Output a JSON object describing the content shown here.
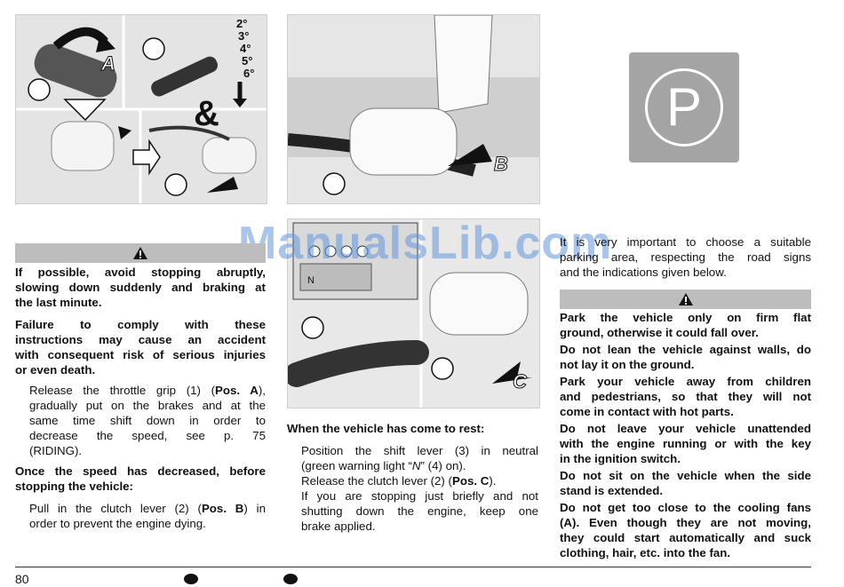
{
  "watermark": "ManualsLib.com",
  "col1": {
    "warning_lines": [
      "If possible, avoid stopping abruptly,",
      "slowing down suddenly and braking at",
      "the last minute."
    ],
    "warning2_lines": [
      "Failure to comply with these",
      "instructions may cause an accident",
      "with consequent risk of serious injuries",
      "or even death."
    ],
    "release_pre": "Release the throttle grip (1) (",
    "release_pos": "Pos. A",
    "release_post": "),",
    "release_lines": [
      "gradually put on the brakes and at the",
      "same time shift down in order to",
      "decrease the speed, see p. 75",
      "(RIDING)."
    ],
    "speed_heading_lines": [
      "Once the speed has decreased, before",
      "stopping the vehicle:"
    ],
    "clutch_pre": "Pull in the clutch lever (2) (",
    "clutch_pos": "Pos. B",
    "clutch_post": ") in",
    "clutch_line2": "order to prevent the engine dying."
  },
  "col2": {
    "rest_heading": "When the vehicle has come to rest:",
    "shift_line1": "Position the shift lever (3) in neutral",
    "shift_line2_pre": "(green warning light “",
    "shift_symbol": "N",
    "shift_line2_post": "” (4) on).",
    "clutch_pre": "Release the clutch lever (2) (",
    "clutch_pos": "Pos. C",
    "clutch_post": ").",
    "brief_lines": [
      "If you are stopping just briefly and not",
      "shutting down the engine, keep one",
      "brake applied."
    ],
    "photo_labels": [
      "B",
      "C"
    ]
  },
  "col3": {
    "parking_symbol": "P",
    "intro_lines": [
      "It is very important to choose a suitable",
      "parking area, respecting the road signs",
      "and the indications given below."
    ],
    "warnings": [
      [
        "Park the vehicle only on firm flat",
        "ground, otherwise it could fall over."
      ],
      [
        "Do not lean the vehicle against walls, do",
        "not lay it on the ground."
      ],
      [
        "Park your vehicle away from children",
        "and pedestrians, so that they will not",
        "come in contact with hot parts."
      ],
      [
        "Do not leave your vehicle unattended",
        "with the engine running or with the key",
        "in the ignition switch."
      ],
      [
        "Do not sit on the vehicle when the side",
        "stand is extended."
      ],
      [
        "Do not get too close to the cooling fans",
        "(A). Even though they are not moving,",
        "they could start automatically and suck",
        "clothing, hair, etc. into the fan."
      ]
    ]
  },
  "photo1_labels": [
    "A"
  ],
  "gear_labels": [
    "2°",
    "3°",
    "4°",
    "5°",
    "6°"
  ],
  "page_number": "80"
}
